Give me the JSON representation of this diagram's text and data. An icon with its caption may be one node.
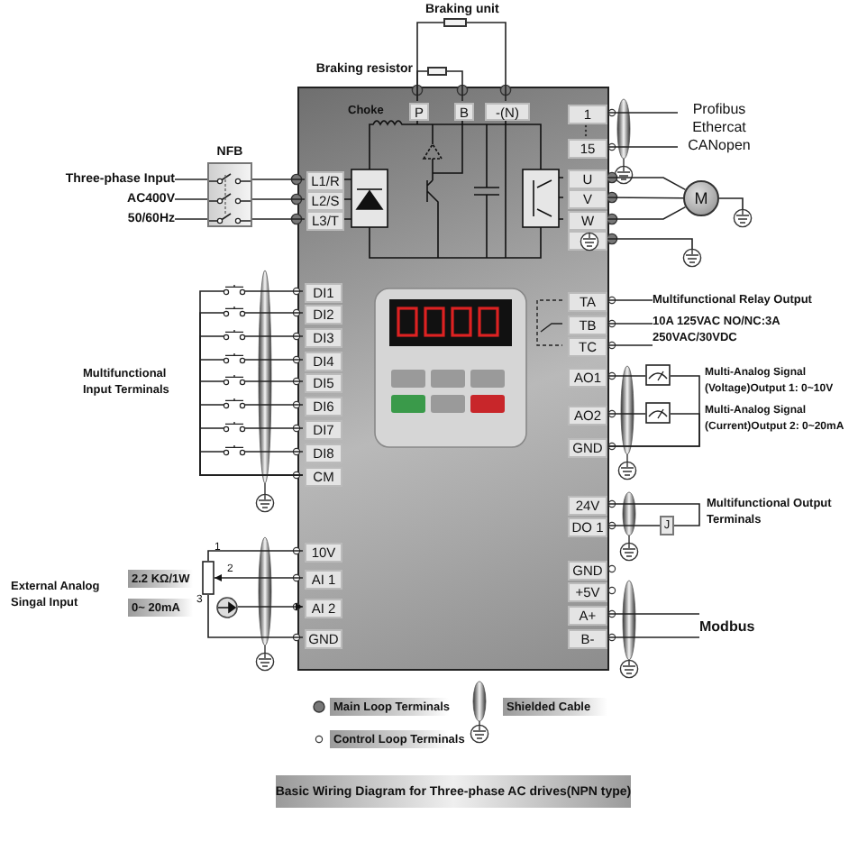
{
  "diagram": {
    "caption": "Basic Wiring Diagram for Three-phase AC drives(NPN type)",
    "nodes": [
      {
        "text": [
          "Braking unit"
        ]
      },
      {
        "text": [
          "Braking resistor"
        ]
      },
      {
        "text": [],
        "shape": "box"
      },
      {
        "text": [
          "P"
        ],
        "in": 2
      },
      {
        "text": [
          "B"
        ],
        "in": 2
      },
      {
        "text": [
          "-(N)"
        ],
        "in": 2
      },
      {
        "text": [
          "1"
        ],
        "in": 2
      },
      {
        "text": [
          "15"
        ],
        "in": 2
      },
      {
        "text": [
          "NFB"
        ]
      },
      {
        "text": [
          "Three-phase Input"
        ]
      },
      {
        "text": [
          "AC400V"
        ]
      },
      {
        "text": [
          "50/60Hz"
        ]
      },
      {
        "text": [
          "L1/R"
        ],
        "in": 2
      },
      {
        "text": [
          "L2/S"
        ],
        "in": 2
      },
      {
        "text": [
          "L3/T"
        ],
        "in": 2
      },
      {
        "text": [
          "U"
        ],
        "in": 2
      },
      {
        "text": [
          "V"
        ],
        "in": 2
      },
      {
        "text": [
          "W"
        ],
        "in": 2
      },
      {
        "text": [],
        "shape": "box",
        "in": 2
      },
      {
        "text": [
          "Profibus Ethercat CANopen"
        ]
      },
      {
        "text": [
          "M"
        ]
      },
      {
        "text": [],
        "shape": "ground"
      },
      {
        "text": [],
        "shape": "ground"
      },
      {
        "text": [
          "TA"
        ],
        "in": 2
      },
      {
        "text": [
          "TB"
        ],
        "in": 2
      },
      {
        "text": [
          "TC"
        ],
        "in": 2
      },
      {
        "text": [
          "Multifunctional Relay Output"
        ]
      },
      {
        "text": [
          "10A 125VAC NO/NC:3A 250VAC/30VDC"
        ]
      },
      {
        "text": [
          "DI1"
        ],
        "in": 2
      },
      {
        "text": [
          "DI2"
        ],
        "in": 2
      },
      {
        "text": [
          "DI3"
        ],
        "in": 2
      },
      {
        "text": [
          "DI4"
        ],
        "in": 2
      },
      {
        "text": [
          "DI5"
        ],
        "in": 2
      },
      {
        "text": [
          "DI6"
        ],
        "in": 2
      },
      {
        "text": [
          "DI7"
        ],
        "in": 2
      },
      {
        "text": [
          "DI8"
        ],
        "in": 2
      },
      {
        "text": [
          "CM"
        ],
        "in": 2
      },
      {
        "text": [],
        "shape": "switch"
      },
      {
        "text": [],
        "shape": "switch"
      },
      {
        "text": [],
        "shape": "switch"
      },
      {
        "text": [],
        "shape": "switch"
      },
      {
        "text": [],
        "shape": "switch"
      },
      {
        "text": [],
        "shape": "switch"
      },
      {
        "text": [],
        "shape": "switch"
      },
      {
        "text": [],
        "shape": "switch"
      },
      {
        "text": [
          "AO1"
        ],
        "in": 2
      },
      {
        "text": [
          "AO2"
        ],
        "in": 2
      },
      {
        "text": [
          "GND"
        ],
        "in": 2
      },
      {
        "text": [],
        "shape": "meter"
      },
      {
        "text": [],
        "shape": "meter"
      },
      {
        "text": [
          "24V"
        ],
        "in": 2
      },
      {
        "text": [
          "DO 1"
        ],
        "in": 2
      },
      {
        "text": [
          "J"
        ]
      },
      {
        "text": [
          "10V"
        ],
        "in": 2
      },
      {
        "text": [
          "AI 1"
        ],
        "in": 2
      },
      {
        "text": [
          "AI 2"
        ],
        "in": 2
      },
      {
        "text": [
          "GND"
        ],
        "in": 2
      },
      {
        "text": [],
        "shape": "resistor",
        "beside": [
          "2.2 KΩ/1W"
        ]
      },
      {
        "text": [],
        "shape": "circle",
        "beside": [
          "0~ 20mA"
        ]
      },
      {
        "text": [
          "GND"
        ],
        "in": 2
      },
      {
        "text": [
          "+5V"
        ],
        "in": 2
      },
      {
        "text": [
          "A+"
        ],
        "in": 2
      },
      {
        "text": [
          "B-"
        ],
        "in": 2
      },
      {
        "text": [
          "Modbus"
        ]
      }
    ],
    "edges": [
      {
        "from": 9,
        "to": 8,
        "arrow": "none"
      },
      {
        "from": 10,
        "to": 8,
        "arrow": "none"
      },
      {
        "from": 11,
        "to": 8,
        "arrow": "none"
      },
      {
        "from": 8,
        "to": 12,
        "arrow": "none"
      },
      {
        "from": 8,
        "to": 13,
        "arrow": "none"
      },
      {
        "from": 8,
        "to": 14,
        "arrow": "none"
      },
      {
        "from": 3,
        "to": 0,
        "arrow": "none"
      },
      {
        "from": 0,
        "to": 5,
        "arrow": "none"
      },
      {
        "from": 3,
        "to": 1,
        "arrow": "none"
      },
      {
        "from": 1,
        "to": 4,
        "arrow": "none"
      },
      {
        "from": 15,
        "to": 20,
        "arrow": "none"
      },
      {
        "from": 16,
        "to": 20,
        "arrow": "none"
      },
      {
        "from": 17,
        "to": 20,
        "arrow": "none"
      },
      {
        "from": 20,
        "to": 21,
        "arrow": "none"
      },
      {
        "from": 18,
        "to": 22,
        "arrow": "none"
      },
      {
        "from": 6,
        "to": 19,
        "arrow": "none"
      },
      {
        "from": 7,
        "to": 19,
        "arrow": "none"
      },
      {
        "from": 23,
        "to": 26,
        "arrow": "none"
      },
      {
        "from": 24,
        "to": 27,
        "arrow": "none"
      },
      {
        "from": 25,
        "to": 27,
        "arrow": "none"
      },
      {
        "from": 37,
        "to": 28,
        "arrow": "none"
      },
      {
        "from": 37,
        "to": 36,
        "arrow": "none"
      },
      {
        "from": 38,
        "to": 29,
        "arrow": "none"
      },
      {
        "from": 38,
        "to": 36,
        "arrow": "none"
      },
      {
        "from": 39,
        "to": 30,
        "arrow": "none"
      },
      {
        "from": 39,
        "to": 36,
        "arrow": "none"
      },
      {
        "from": 40,
        "to": 31,
        "arrow": "none"
      },
      {
        "from": 40,
        "to": 36,
        "arrow": "none"
      },
      {
        "from": 41,
        "to": 32,
        "arrow": "none"
      },
      {
        "from": 41,
        "to": 36,
        "arrow": "none"
      },
      {
        "from": 42,
        "to": 33,
        "arrow": "none"
      },
      {
        "from": 42,
        "to": 36,
        "arrow": "none"
      },
      {
        "from": 43,
        "to": 34,
        "arrow": "none"
      },
      {
        "from": 43,
        "to": 36,
        "arrow": "none"
      },
      {
        "from": 44,
        "to": 35,
        "arrow": "none"
      },
      {
        "from": 44,
        "to": 36,
        "arrow": "none"
      },
      {
        "from": 45,
        "to": 48,
        "arrow": "none"
      },
      {
        "from": 48,
        "to": 47,
        "arrow": "none"
      },
      {
        "from": 46,
        "to": 49,
        "arrow": "none"
      },
      {
        "from": 49,
        "to": 47,
        "arrow": "none"
      },
      {
        "from": 50,
        "to": 52,
        "arrow": "none"
      },
      {
        "from": 51,
        "to": 52,
        "arrow": "none"
      },
      {
        "from": 53,
        "to": 57,
        "arrow": "none"
      },
      {
        "from": 54,
        "to": 57,
        "arrow": "to"
      },
      {
        "from": 57,
        "to": 56,
        "arrow": "none"
      },
      {
        "from": 58,
        "to": 55,
        "arrow": "to"
      },
      {
        "from": 61,
        "to": 63,
        "arrow": "none"
      },
      {
        "from": 62,
        "to": 63,
        "arrow": "none"
      }
    ],
    "labels": [
      "Choke",
      "Multifunctional Input Terminals",
      "Multi-Analog Signal (Voltage)Output 1: 0~10V",
      "Multi-Analog Signal (Current)Output 2: 0~20mA",
      "Multifunctional Output Terminals",
      "1",
      "2",
      "3",
      "External Analog Singal Input"
    ],
    "legend": [
      {
        "text": "Main Loop Terminals"
      },
      {
        "text": "Shielded Cable"
      },
      {
        "text": "Control Loop Terminals"
      }
    ]
  }
}
